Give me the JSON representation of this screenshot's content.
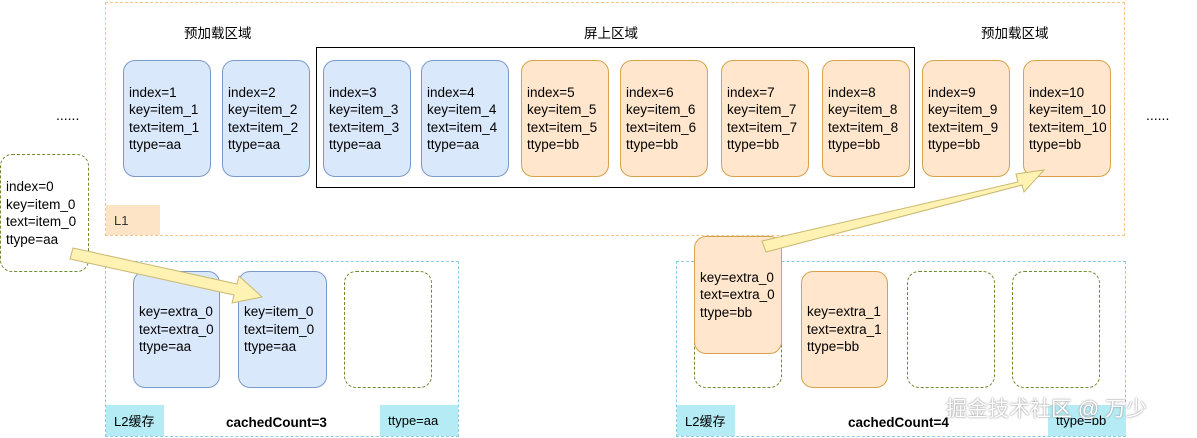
{
  "l1": {
    "tag": "L1",
    "left_title": "预加载区域",
    "screen_title": "屏上区域",
    "right_title": "预加载区域",
    "ellipsis_left": "......",
    "ellipsis_right": "......",
    "cards": [
      {
        "index": "index=1",
        "key": "key=item_1",
        "text": "text=item_1",
        "ttype": "ttype=aa",
        "color": "#dae8fc"
      },
      {
        "index": "index=2",
        "key": "key=item_2",
        "text": "text=item_2",
        "ttype": "ttype=aa",
        "color": "#dae8fc"
      },
      {
        "index": "index=3",
        "key": "key=item_3",
        "text": "text=item_3",
        "ttype": "ttype=aa",
        "color": "#dae8fc"
      },
      {
        "index": "index=4",
        "key": "key=item_4",
        "text": "text=item_4",
        "ttype": "ttype=aa",
        "color": "#dae8fc"
      },
      {
        "index": "index=5",
        "key": "key=item_5",
        "text": "text=item_5",
        "ttype": "ttype=bb",
        "color": "#ffe6cc"
      },
      {
        "index": "index=6",
        "key": "key=item_6",
        "text": "text=item_6",
        "ttype": "ttype=bb",
        "color": "#ffe6cc"
      },
      {
        "index": "index=7",
        "key": "key=item_7",
        "text": "text=item_7",
        "ttype": "ttype=bb",
        "color": "#ffe6cc"
      },
      {
        "index": "index=8",
        "key": "key=item_8",
        "text": "text=item_8",
        "ttype": "ttype=bb",
        "color": "#ffe6cc"
      },
      {
        "index": "index=9",
        "key": "key=item_9",
        "text": "text=item_9",
        "ttype": "ttype=bb",
        "color": "#ffe6cc"
      },
      {
        "index": "index=10",
        "key": "key=item_10",
        "text": "text=item_10",
        "ttype": "ttype=bb",
        "color": "#ffe6cc"
      }
    ]
  },
  "recycled_card": {
    "index": "index=0",
    "key": "key=item_0",
    "text": "text=item_0",
    "ttype": "ttype=aa"
  },
  "l2_left": {
    "tag": "L2缓存",
    "cached_count": "cachedCount=3",
    "ttype_tag": "ttype=aa",
    "cards": [
      {
        "key": "key=extra_0",
        "text": "text=extra_0",
        "ttype": "ttype=aa"
      },
      {
        "key": "key=item_0",
        "text": "text=item_0",
        "ttype": "ttype=aa"
      }
    ]
  },
  "l2_right": {
    "tag": "L2缓存",
    "cached_count": "cachedCount=4",
    "ttype_tag": "ttype=bb",
    "cards": [
      {
        "key": "key=extra_0",
        "text": "text=extra_0",
        "ttype": "ttype=bb"
      },
      {
        "key": "key=extra_1",
        "text": "text=extra_1",
        "ttype": "ttype=bb"
      }
    ]
  },
  "watermark": "掘金技术社区 @ 万少",
  "colors": {
    "blue_fill": "#dae8fc",
    "orange_fill": "#ffe6cc",
    "l1_border": "#f2c78e",
    "l2_border": "#8ccbe6",
    "empty_slot_border": "#6f8b2f",
    "arrow_fill": "#fff2b3"
  }
}
